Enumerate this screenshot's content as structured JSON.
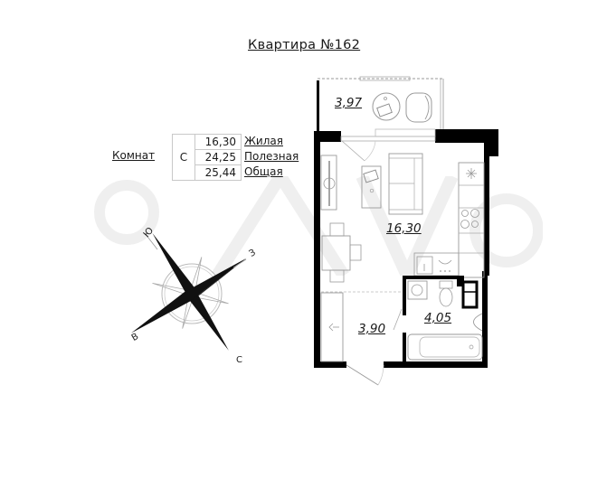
{
  "title": "Квартира №162",
  "summary": {
    "rooms_label": "Комнат",
    "rooms_value": "С",
    "areas": [
      {
        "value": "16,30",
        "label": "Жилая"
      },
      {
        "value": "24,25",
        "label": "Полезная"
      },
      {
        "value": "25,44",
        "label": "Общая"
      }
    ]
  },
  "compass": {
    "north": "С",
    "south": "Ю",
    "east": "В",
    "west": "З"
  },
  "rooms": [
    {
      "name": "balcony",
      "area": "3,97"
    },
    {
      "name": "living-kitchen",
      "area": "16,30"
    },
    {
      "name": "hallway",
      "area": "3,90"
    },
    {
      "name": "bathroom",
      "area": "4,05"
    }
  ],
  "colors": {
    "wall": "#000000",
    "furniture_line": "#9a9a9a",
    "text": "#1a1a1a"
  }
}
